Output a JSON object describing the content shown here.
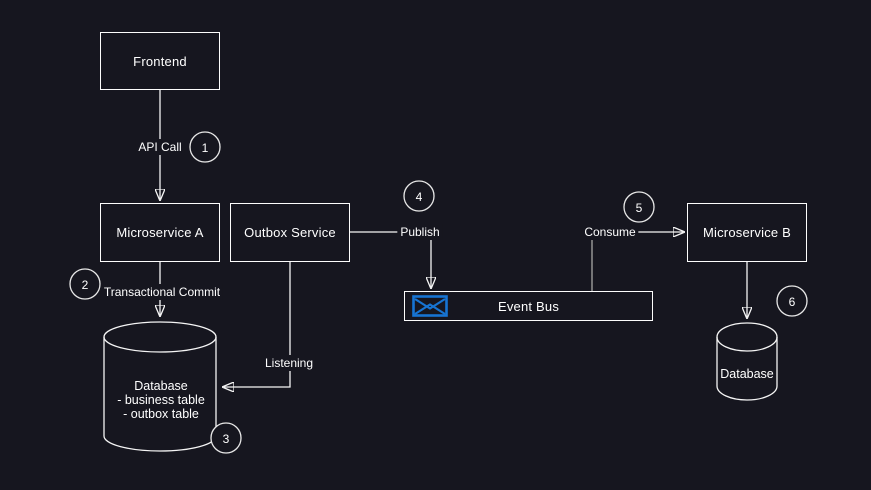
{
  "diagram": {
    "colors": {
      "background": "#16161f",
      "line": "#f5f5f5",
      "muted_line": "#8c8c8c",
      "accent_blue": "#1774d2",
      "text": "#ffffff"
    },
    "nodes": {
      "frontend": "Frontend",
      "microservice_a": "Microservice A",
      "outbox_service": "Outbox Service",
      "microservice_b": "Microservice B",
      "event_bus": "Event Bus",
      "database_left": {
        "name": "Database",
        "tables": [
          "- business table",
          "- outbox table"
        ]
      },
      "database_right": "Database"
    },
    "edges": {
      "api_call": "API Call",
      "transactional_commit": "Transactional Commit",
      "listening": "Listening",
      "publish": "Publish",
      "consume": "Consume"
    },
    "steps": [
      "1",
      "2",
      "3",
      "4",
      "5",
      "6"
    ]
  }
}
